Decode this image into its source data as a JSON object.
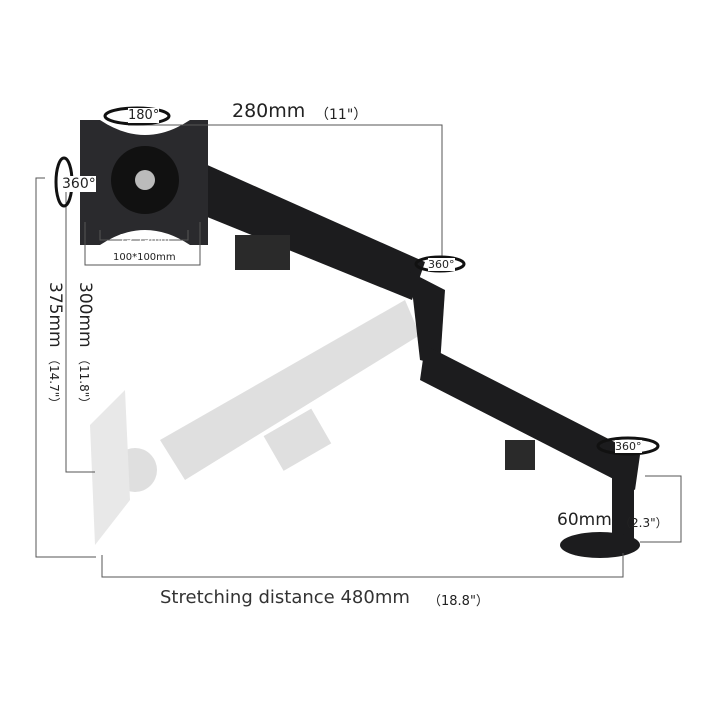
{
  "labels": {
    "width_mm": "280mm",
    "width_in": "（11\"）",
    "tilt": "180°",
    "rotate_plate": "360°",
    "vesa_small": "75*75mm",
    "vesa_large": "100*100mm",
    "height_300_mm": "300mm",
    "height_300_in": "（11.8\"）",
    "height_375_mm": "375mm",
    "height_375_in": "（14.7\"）",
    "swivel_elbow": "360°",
    "swivel_base": "360°",
    "pole_mm": "60mm",
    "pole_in": "（2.3\"）",
    "stretch": "Stretching distance 480mm",
    "stretch_in": "（18.8\"）"
  },
  "colors": {
    "arm": "#1c1c1e",
    "arm_ghost": "#d8d8d8",
    "dimension_line": "#555555"
  }
}
